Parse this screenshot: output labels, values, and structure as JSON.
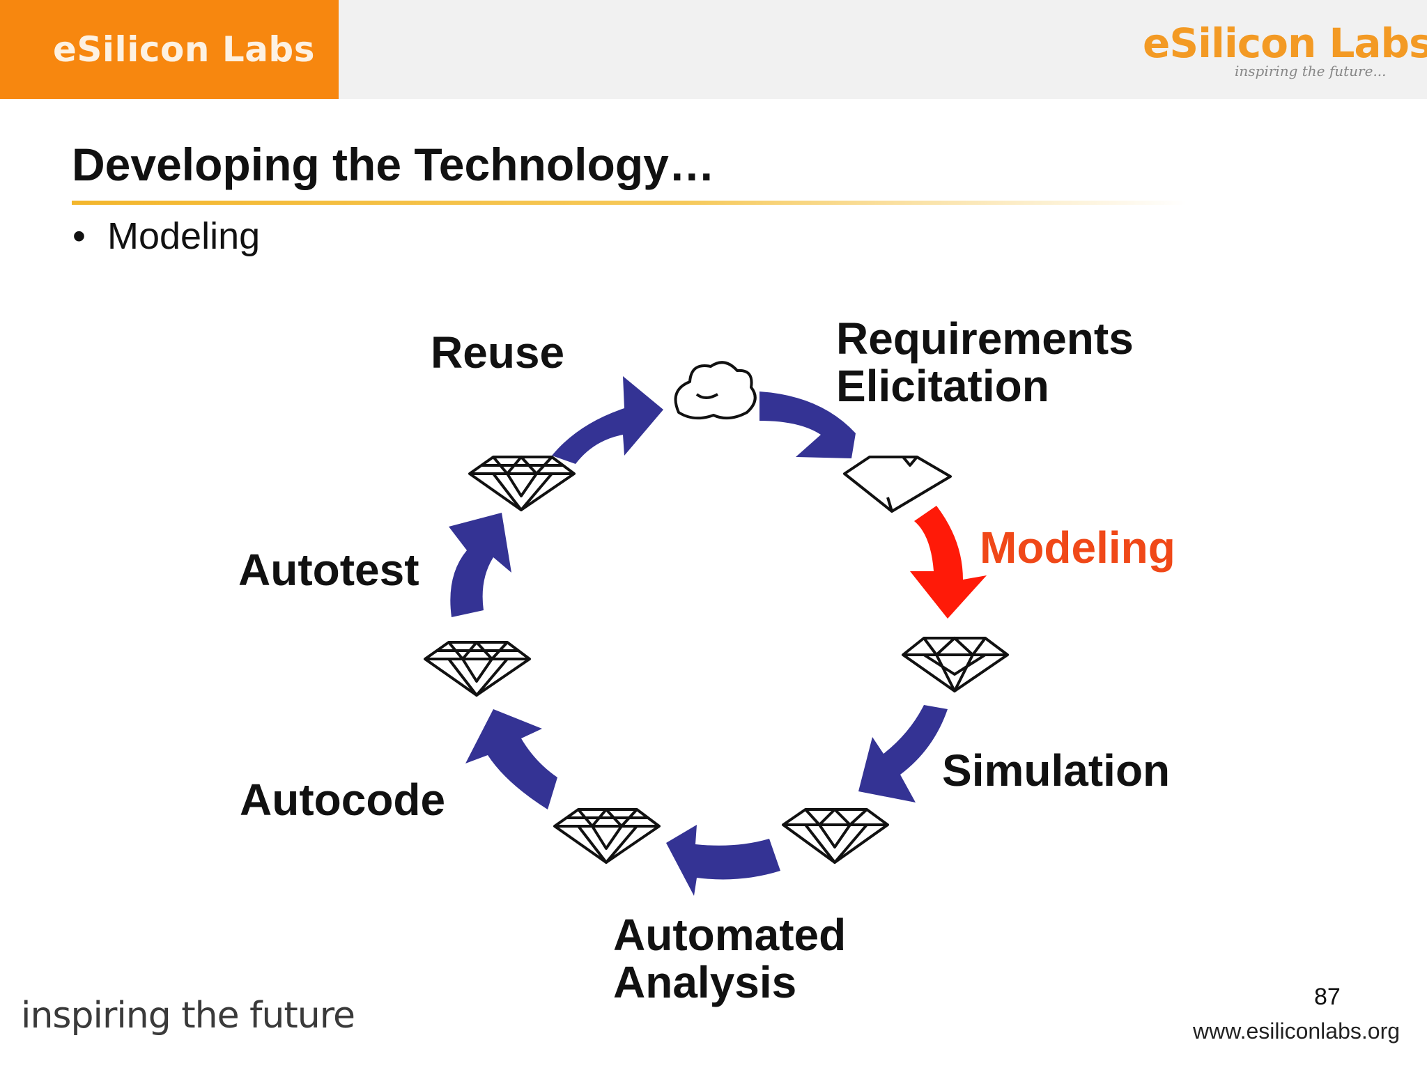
{
  "header": {
    "brand_label": "eSilicon Labs",
    "logo": {
      "name": "eSilicon Labs",
      "tagline": "inspiring the future..."
    }
  },
  "slide": {
    "title": "Developing the Technology…",
    "bullet": "Modeling",
    "page_number": "87"
  },
  "cycle": {
    "stages": [
      {
        "lines": [
          "Reuse"
        ],
        "active": false
      },
      {
        "lines": [
          "Requirements",
          "Elicitation"
        ],
        "active": false
      },
      {
        "lines": [
          "Modeling"
        ],
        "active": true
      },
      {
        "lines": [
          "Simulation"
        ],
        "active": false
      },
      {
        "lines": [
          "Automated",
          "Analysis"
        ],
        "active": false
      },
      {
        "lines": [
          "Autocode"
        ],
        "active": false
      },
      {
        "lines": [
          "Autotest"
        ],
        "active": false
      }
    ],
    "icons": [
      "rough-stone-icon",
      "rough-diamond-icon",
      "partly-cut-diamond-icon",
      "cut-diamond-icon",
      "cut-diamond-icon",
      "cut-diamond-icon",
      "cut-diamond-icon"
    ],
    "colors": {
      "arrow": "#343394",
      "active_arrow": "#ff1a08",
      "active_text": "#f04818"
    }
  },
  "footer": {
    "slogan": "inspiring the future",
    "url": "www.esiliconlabs.org"
  }
}
